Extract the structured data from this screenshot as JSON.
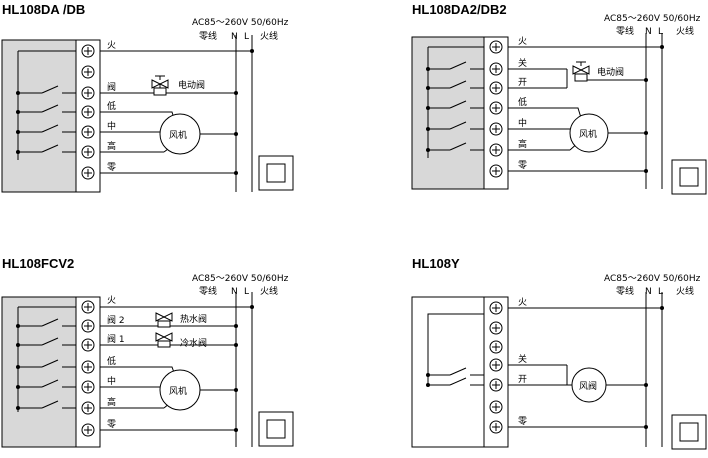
{
  "panels": [
    {
      "id": "hl108da",
      "title": "HL108DA /DB",
      "power": {
        "spec": "AC85～260V  50/60Hz",
        "neutral_label": "零线",
        "n": "N",
        "l": "L",
        "live_label": "火线"
      },
      "terminals": [
        "火",
        "阀",
        "低",
        "中",
        "高",
        "零"
      ],
      "devices": [
        {
          "name": "电动阀",
          "kind": "valve"
        },
        {
          "name": "风机",
          "kind": "fan"
        }
      ]
    },
    {
      "id": "hl108da2",
      "title": "HL108DA2/DB2",
      "power": {
        "spec": "AC85～260V  50/60Hz",
        "neutral_label": "零线",
        "n": "N",
        "l": "L",
        "live_label": "火线"
      },
      "terminals": [
        "火",
        "关",
        "开",
        "低",
        "中",
        "高",
        "零"
      ],
      "devices": [
        {
          "name": "电动阀",
          "kind": "valve"
        },
        {
          "name": "风机",
          "kind": "fan"
        }
      ]
    },
    {
      "id": "hl108fcv2",
      "title": "HL108FCV2",
      "power": {
        "spec": "AC85～260V  50/60Hz",
        "neutral_label": "零线",
        "n": "N",
        "l": "L",
        "live_label": "火线"
      },
      "terminals": [
        "火",
        "阀  2",
        "阀  1",
        "低",
        "中",
        "高",
        "零"
      ],
      "devices": [
        {
          "name": "热水阀",
          "kind": "valve"
        },
        {
          "name": "冷水阀",
          "kind": "valve"
        },
        {
          "name": "风机",
          "kind": "fan"
        }
      ]
    },
    {
      "id": "hl108y",
      "title": "HL108Y",
      "power": {
        "spec": "AC85～260V  50/60Hz",
        "neutral_label": "零线",
        "n": "N",
        "l": "L",
        "live_label": "火线"
      },
      "terminals": [
        "火",
        "",
        "",
        "关",
        "开",
        "",
        "零"
      ],
      "devices": [
        {
          "name": "风阀",
          "kind": "fan"
        }
      ]
    }
  ]
}
